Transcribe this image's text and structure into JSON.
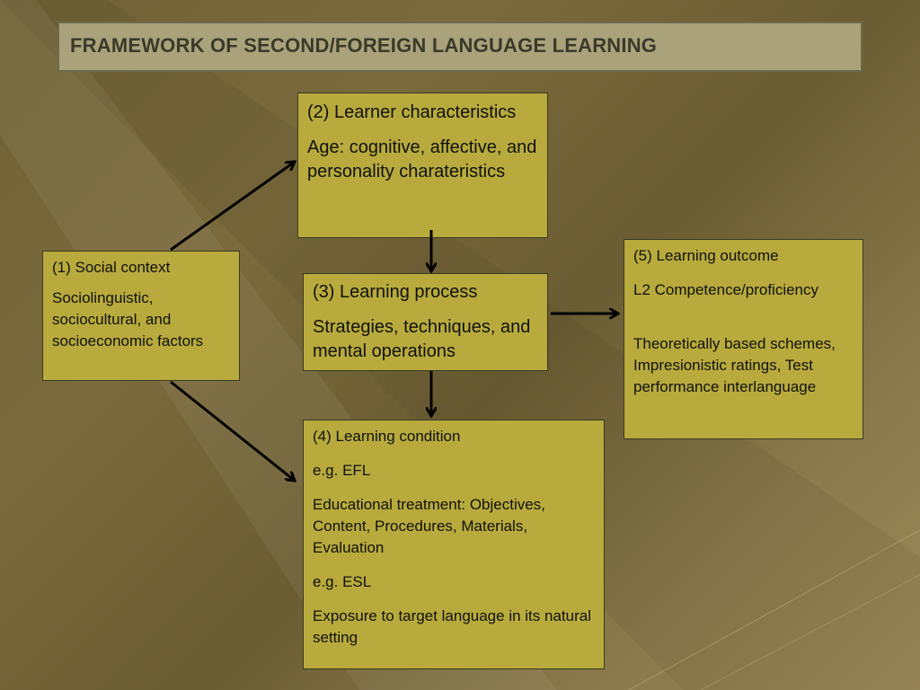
{
  "title": "FRAMEWORK OF SECOND/FOREIGN LANGUAGE LEARNING",
  "social": {
    "heading": "(1) Social context",
    "body": "Sociolinguistic, sociocultural, and socioeconomic factors"
  },
  "learner": {
    "heading": "(2) Learner characteristics",
    "body": "Age: cognitive, affective, and personality charateristics"
  },
  "process": {
    "heading": "(3) Learning process",
    "body": "Strategies, techniques, and mental operations"
  },
  "condition": {
    "heading": "(4) Learning condition",
    "efl": "e.g. EFL",
    "treatment": "Educational treatment: Objectives, Content, Procedures, Materials, Evaluation",
    "esl": "e.g. ESL",
    "exposure": "Exposure to target language in its natural setting"
  },
  "outcome": {
    "heading": "(5) Learning outcome",
    "competence": "L2 Competence/proficiency",
    "measures": "Theoretically based schemes, Impresionistic ratings, Test performance interlanguage"
  },
  "colors": {
    "box_fill": "#b8aa3c",
    "title_fill": "#a9a27a",
    "background": "#6f6236"
  }
}
